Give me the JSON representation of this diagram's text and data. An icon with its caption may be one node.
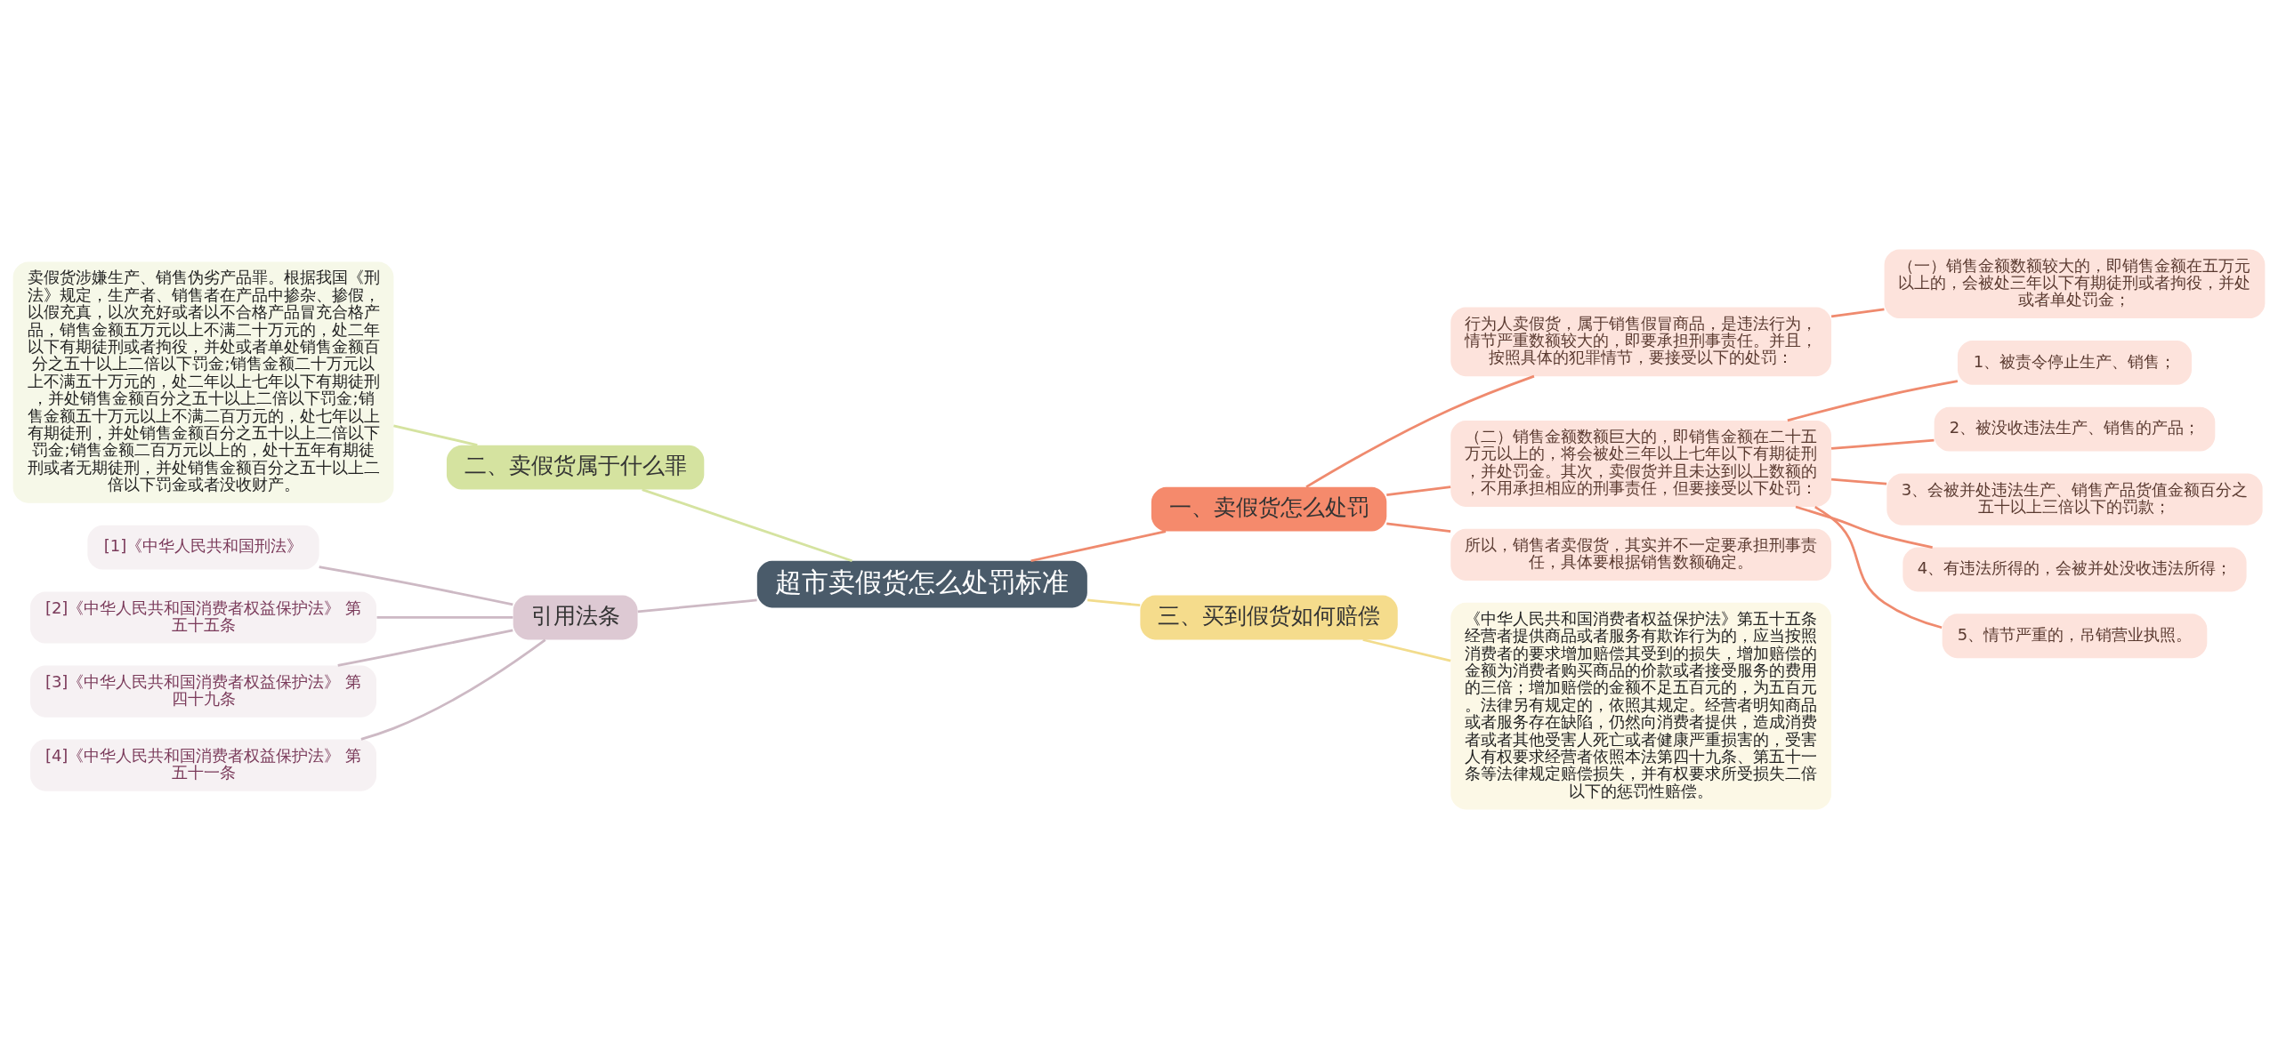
{
  "diagram": {
    "nodes": [
      {
        "text": [
          "超市卖假货怎么处罚标准"
        ]
      },
      {
        "text": [
          "一、卖假货怎么处罚"
        ]
      },
      {
        "text": [
          "行为人卖假货，属于销售假冒商品，是违法行为，情节严重数额较大的，即要承担刑事责任。并且，按照具体的犯罪情节，要接受以下的处罚："
        ]
      },
      {
        "text": [
          "（一）销售金额数额较大的，即销售金额在五万元以上的，会被处三年以下有期徒刑或者拘役，并处或者单处罚金；"
        ]
      },
      {
        "text": [
          "（二）销售金额数额巨大的，即销售金额在二十五万元以上的，将会被处三年以上七年以下有期徒刑，并处罚金。其次，卖假货并且未达到以上数额的，不用承担相应的刑事责任，但要接受以下处罚："
        ]
      },
      {
        "text": [
          "1、被责令停止生产、销售；"
        ]
      },
      {
        "text": [
          "2、被没收违法生产、销售的产品；"
        ]
      },
      {
        "text": [
          "3、会被并处违法生产、销售产品货值金额百分之五十以上三倍以下的罚款；"
        ]
      },
      {
        "text": [
          "4、有违法所得的，会被并处没收违法所得；"
        ]
      },
      {
        "text": [
          "5、情节严重的，吊销营业执照。"
        ]
      },
      {
        "text": [
          "所以，销售者卖假货，其实并不一定要承担刑事责任，具体要根据销售数额确定。"
        ]
      },
      {
        "text": [
          "二、卖假货属于什么罪"
        ]
      },
      {
        "text": [
          "卖假货涉嫌生产、销售伪劣产品罪。根据我国《刑法》规定，生产者、销售者在产品中掺杂、掺假，以假充真，以次充好或者以不合格产品冒充合格产品，销售金额五万元以上不满二十万元的，处二年以下有期徒刑或者拘役，并处或者单处销售金额百分之五十以上二倍以下罚金;销售金额二十万元以上不满五十万元的，处二年以上七年以下有期徒刑，并处销售金额百分之五十以上二倍以下罚金;销售金额五十万元以上不满二百万元的，处七年以上有期徒刑，并处销售金额百分之五十以上二倍以下罚金;销售金额二百万元以上的，处十五年有期徒刑或者无期徒刑，并处销售金额百分之五十以上二倍以下罚金或者没收财产。"
        ]
      },
      {
        "text": [
          "引用法条"
        ]
      },
      {
        "text": [
          "[1]《中华人民共和国刑法》"
        ]
      },
      {
        "text": [
          "[2]《中华人民共和国消费者权益保护法》 第五十五条"
        ]
      },
      {
        "text": [
          "[3]《中华人民共和国消费者权益保护法》 第四十九条"
        ]
      },
      {
        "text": [
          "[4]《中华人民共和国消费者权益保护法》 第五十一条"
        ]
      },
      {
        "text": [
          "三、买到假货如何赔偿"
        ]
      },
      {
        "text": [
          "《中华人民共和国消费者权益保护法》第五十五条经营者提供商品或者服务有欺诈行为的，应当按照消费者的要求增加赔偿其受到的损失，增加赔偿的金额为消费者购买商品的价款或者接受服务的费用的三倍；增加赔偿的金额不足五百元的，为五百元。法律另有规定的，依照其规定。经营者明知商品或者服务存在缺陷，仍然向消费者提供，造成消费者或者其他受害人死亡或者健康严重损害的，受害人有权要求经营者依照本法第四十九条、第五十一条等法律规定赔偿损失，并有权要求所受损失二倍以下的惩罚性赔偿。"
        ]
      }
    ],
    "edges": [
      {
        "from": 0,
        "to": 1,
        "arrow": "none"
      },
      {
        "from": 1,
        "to": 2,
        "arrow": "none"
      },
      {
        "from": 2,
        "to": 3,
        "arrow": "none"
      },
      {
        "from": 1,
        "to": 4,
        "arrow": "none"
      },
      {
        "from": 4,
        "to": 5,
        "arrow": "none"
      },
      {
        "from": 4,
        "to": 6,
        "arrow": "none"
      },
      {
        "from": 4,
        "to": 7,
        "arrow": "none"
      },
      {
        "from": 4,
        "to": 8,
        "arrow": "none"
      },
      {
        "from": 4,
        "to": 9,
        "arrow": "none"
      },
      {
        "from": 1,
        "to": 10,
        "arrow": "none"
      },
      {
        "from": 0,
        "to": 11,
        "arrow": "none",
        "color": "#d5e3a0"
      },
      {
        "from": 11,
        "to": 12,
        "arrow": "none",
        "color": "#d5e3a0"
      },
      {
        "from": 0,
        "to": 13,
        "arrow": "none",
        "color": "#cdb9c4"
      },
      {
        "from": 13,
        "to": 14,
        "arrow": "none",
        "color": "#cdb9c4"
      },
      {
        "from": 13,
        "to": 15,
        "arrow": "none",
        "color": "#cdb9c4"
      },
      {
        "from": 13,
        "to": 16,
        "arrow": "none",
        "color": "#cdb9c4"
      },
      {
        "from": 13,
        "to": 17,
        "arrow": "none",
        "color": "#cdb9c4"
      },
      {
        "from": 0,
        "to": 18,
        "arrow": "none",
        "color": "#f2dc8c"
      },
      {
        "from": 18,
        "to": 19,
        "arrow": "none",
        "color": "#f2dc8c"
      }
    ]
  }
}
